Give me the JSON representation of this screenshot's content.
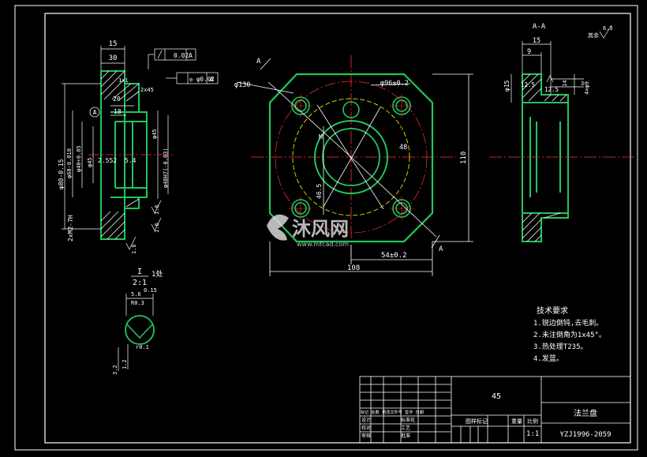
{
  "colors": {
    "background": "#000000",
    "frame": "#ffffff",
    "part_outline": "#22c55e",
    "center_line": "#ff3030",
    "hidden_line": "#e6e600",
    "dimension": "#ffffff",
    "hatch": "#ffffff",
    "watermark": "#d9d9d9"
  },
  "left_view": {
    "dims": {
      "d30": "30",
      "d15": "15",
      "flat": "0.02",
      "flat_ref": "A",
      "conc": "◎ φ0.02",
      "conc_ref": "A",
      "chamfer": "1x1",
      "d2x45": "2x45",
      "d20": "20",
      "d18": "18",
      "datum": "A",
      "phi80": "φ80-0.15",
      "phi60": "φ60-0.010",
      "phi40": "φ40+0.05",
      "phi45": "φ45",
      "phi48": "φ48H7(-0.03)",
      "d2552": "2.552",
      "d54": "5.4",
      "m2": "2xM2-7H",
      "d16a": "1.6",
      "d16b": "1.6",
      "d16c": "1.6"
    }
  },
  "detail": {
    "roman": "I",
    "scale": "2:1",
    "count": "1处",
    "d015": "0.15",
    "d56": "5.6",
    "r03": "R0.3",
    "r01": "r0.1",
    "d32": "3.2",
    "d12": "1.2"
  },
  "front_view": {
    "section_mark": "A",
    "section_mark2": "A",
    "phi130": "φ130",
    "phi96": "φ96±0.2",
    "d48": "48",
    "d110": "110",
    "d465": "46.5",
    "m4": "M",
    "d54": "54±0.2",
    "d108": "108"
  },
  "section_view": {
    "title": "A-A",
    "d15": "15",
    "d9": "9",
    "phi15": "φ15",
    "d125a": "12.5",
    "d125b": "12.5",
    "d14": "14",
    "d3": "3",
    "chain": "4×φ9",
    "rough_note": "其余",
    "rough_value": "6.3"
  },
  "tech": {
    "title": "技术要求",
    "items": [
      "1.锐边倒钝,去毛刺。",
      "2.未注倒角为1x45°。",
      "3.热处理T235。",
      "4.发蓝。"
    ]
  },
  "title_block": {
    "material": "45",
    "part_name": "法兰盘",
    "drawing_no": "YZJ1996-2059",
    "scale_label": "比例",
    "scale_value": "1:1",
    "weight_label": "重量",
    "stage_label": "图样标记",
    "row1": "标记 处数 更改文件号 签字 日期",
    "design": "设计",
    "check": "校对",
    "review": "审核",
    "std": "标准化",
    "approve": "批准",
    "process": "工艺"
  },
  "watermark": {
    "brand": "沐风网",
    "url": "www.mfcad.com"
  }
}
